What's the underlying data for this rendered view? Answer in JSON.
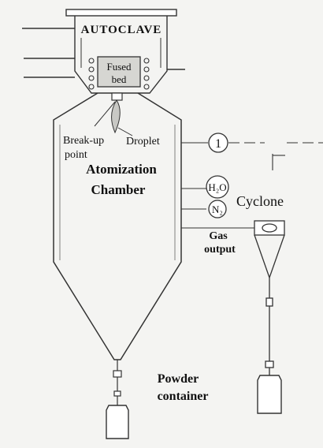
{
  "labels": {
    "autoclave": "AUTOCLAVE",
    "fused_bed_line1": "Fused",
    "fused_bed_line2": "bed",
    "breakup_line1": "Break-up",
    "breakup_line2": "point",
    "droplet": "Droplet",
    "chamber_line1": "Atomization",
    "chamber_line2": "Chamber",
    "cyclone": "Cyclone",
    "gas_output_line1": "Gas",
    "gas_output_line2": "output",
    "powder_line1": "Powder",
    "powder_line2": "container",
    "port_1": "1",
    "port_h2o": "H₂O",
    "port_n2": "N₂"
  }
}
